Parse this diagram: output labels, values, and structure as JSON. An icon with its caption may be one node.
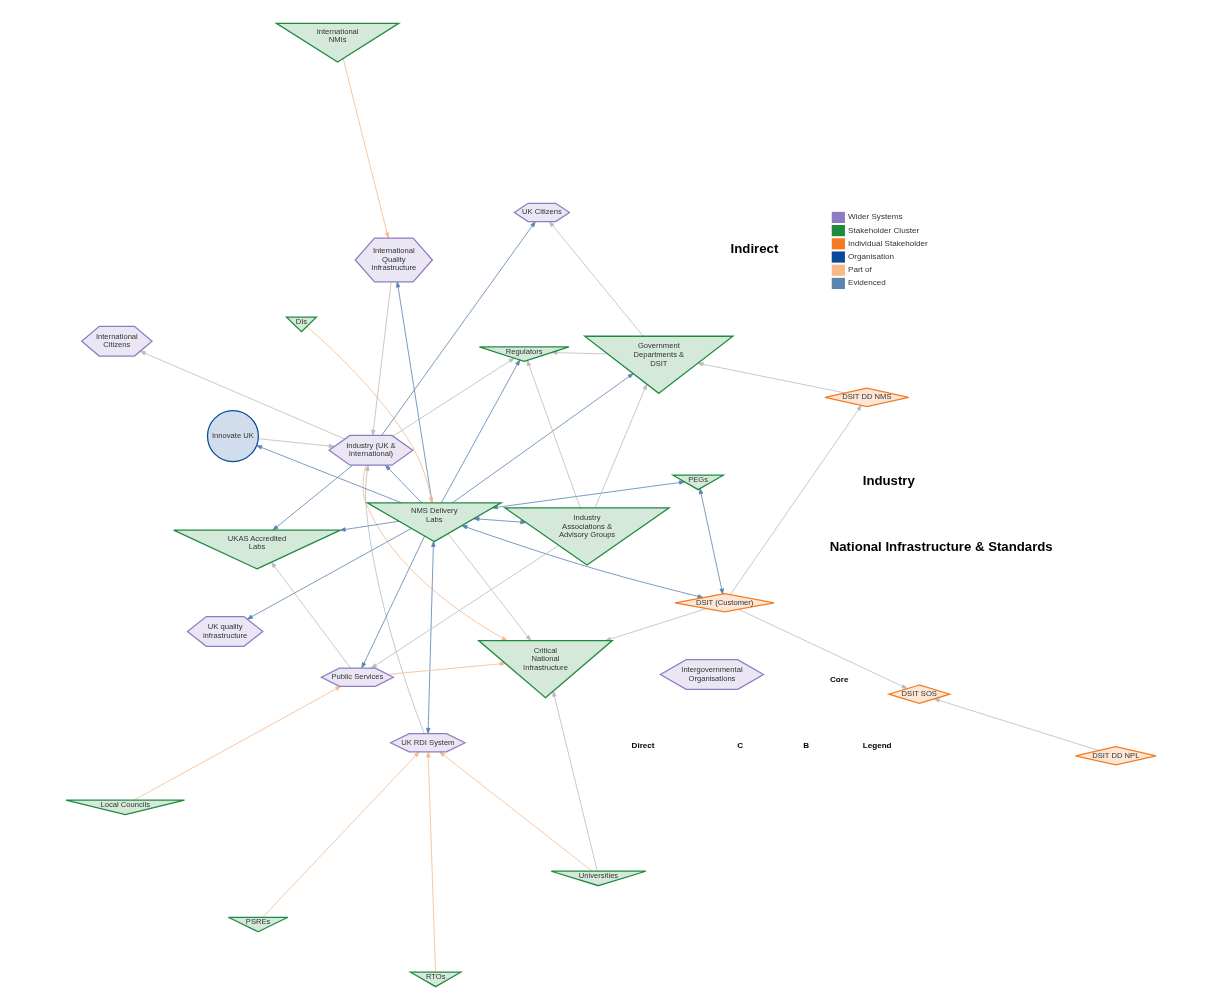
{
  "diagram": {
    "nodes": [
      {
        "text": [
          "PSREs"
        ]
      },
      {
        "text": [
          "RTOs"
        ]
      },
      {
        "text": [
          "UK RDI System"
        ]
      },
      {
        "text": [
          "UK Citizens"
        ]
      },
      {
        "text": [
          "DSIT SOS"
        ]
      },
      {
        "text": [
          "International Citizens"
        ]
      },
      {
        "text": [
          "DSIT DD NPL"
        ]
      },
      {
        "text": [
          "Universities"
        ]
      },
      {
        "text": [
          "Innovate UK"
        ]
      },
      {
        "text": [
          "Industry (UK & International)"
        ]
      },
      {
        "text": [
          "DSIT DD NMS"
        ]
      },
      {
        "text": [
          "DSIT (Customer)"
        ]
      },
      {
        "text": [
          "PEGs"
        ]
      },
      {
        "text": [
          "Government Departments & DSIT"
        ]
      },
      {
        "text": [
          "NMS Delivery Labs"
        ]
      },
      {
        "text": [
          "Industry Associations & Advisory Groups"
        ]
      },
      {
        "text": [
          "Local Councils"
        ]
      },
      {
        "text": [
          "DIs"
        ]
      },
      {
        "text": [
          "Public Services"
        ]
      },
      {
        "text": [
          "UKAS Accredited Labs"
        ]
      },
      {
        "text": [
          "Intergovernmental Organisations"
        ]
      },
      {
        "text": [
          "UK quality infrastructure"
        ]
      },
      {
        "text": [
          "International NMIs"
        ]
      },
      {
        "text": [
          "International Quality Infrastructure"
        ]
      },
      {
        "text": [
          "Critical National Infrastructure"
        ]
      },
      {
        "text": [
          "Regulators"
        ]
      }
    ],
    "edges": [
      {
        "from": 0,
        "to": 2,
        "arrow": "to",
        "color": "#f7b98a"
      },
      {
        "from": 1,
        "to": 2,
        "arrow": "to",
        "color": "#f7b98a"
      },
      {
        "from": 7,
        "to": 2,
        "arrow": "to",
        "color": "#f7b98a"
      },
      {
        "from": 17,
        "to": 14,
        "arrow": "to",
        "color": "#f7b98a"
      },
      {
        "from": 16,
        "to": 18,
        "arrow": "to",
        "color": "#f7b98a"
      },
      {
        "from": 18,
        "to": 24,
        "arrow": "to",
        "color": "#f7b98a"
      },
      {
        "from": 22,
        "to": 23,
        "arrow": "to",
        "color": "#f7b98a"
      },
      {
        "from": 9,
        "to": 24,
        "arrow": "to",
        "color": "#f7b98a"
      },
      {
        "from": 14,
        "to": 2,
        "arrow": "both",
        "color": "#5b84b1"
      },
      {
        "from": 14,
        "to": 8,
        "arrow": "to",
        "color": "#5b84b1"
      },
      {
        "from": 11,
        "to": 14,
        "arrow": "both",
        "color": "#5b84b1"
      },
      {
        "from": 11,
        "to": 12,
        "arrow": "both",
        "color": "#5b84b1"
      },
      {
        "from": 12,
        "to": 14,
        "arrow": "both",
        "color": "#5b84b1"
      },
      {
        "from": 14,
        "to": 9,
        "arrow": "to",
        "color": "#5b84b1"
      },
      {
        "from": 14,
        "to": 13,
        "arrow": "to",
        "color": "#5b84b1"
      },
      {
        "from": 14,
        "to": 15,
        "arrow": "both",
        "color": "#5b84b1"
      },
      {
        "from": 14,
        "to": 18,
        "arrow": "to",
        "color": "#5b84b1"
      },
      {
        "from": 14,
        "to": 21,
        "arrow": "to",
        "color": "#5b84b1"
      },
      {
        "from": 14,
        "to": 23,
        "arrow": "to",
        "color": "#5b84b1"
      },
      {
        "from": 14,
        "to": 25,
        "arrow": "to",
        "color": "#5b84b1"
      },
      {
        "from": 14,
        "to": 19,
        "arrow": "to",
        "color": "#5b84b1"
      },
      {
        "from": 9,
        "to": 3,
        "arrow": "to",
        "color": "#5b84b1"
      },
      {
        "from": 9,
        "to": 19,
        "arrow": "to",
        "color": "#5b84b1"
      },
      {
        "from": 11,
        "to": 4,
        "arrow": "to"
      },
      {
        "from": 6,
        "to": 4,
        "arrow": "to"
      },
      {
        "from": 11,
        "to": 10,
        "arrow": "to"
      },
      {
        "from": 10,
        "to": 13,
        "arrow": "to"
      },
      {
        "from": 2,
        "to": 9,
        "arrow": "to"
      },
      {
        "from": 8,
        "to": 9,
        "arrow": "to"
      },
      {
        "from": 9,
        "to": 5,
        "arrow": "to"
      },
      {
        "from": 13,
        "to": 3,
        "arrow": "to"
      },
      {
        "from": 13,
        "to": 25,
        "arrow": "to"
      },
      {
        "from": 15,
        "to": 18,
        "arrow": "to"
      },
      {
        "from": 15,
        "to": 13,
        "arrow": "to"
      },
      {
        "from": 18,
        "to": 19,
        "arrow": "to"
      },
      {
        "from": 9,
        "to": 25,
        "arrow": "to"
      },
      {
        "from": 15,
        "to": 25,
        "arrow": "to"
      },
      {
        "from": 14,
        "to": 24,
        "arrow": "to"
      },
      {
        "from": 7,
        "to": 24,
        "arrow": "to"
      },
      {
        "from": 11,
        "to": 24,
        "arrow": "to"
      },
      {
        "from": 23,
        "to": 9,
        "arrow": "to"
      }
    ],
    "labels": [
      "Indirect",
      "Direct",
      "Core",
      "Industry",
      "C",
      "B",
      "Legend",
      "National Infrastructure & Standards"
    ],
    "legend": [
      {
        "text": "Wider Systems",
        "color": "#8e7cc3"
      },
      {
        "text": "Stakeholder Cluster",
        "color": "#1e8a3e"
      },
      {
        "text": "Individual Stakeholder",
        "color": "#f47b20"
      },
      {
        "text": "Organisation",
        "color": "#0b4a9b"
      },
      {
        "text": "Part of",
        "color": "#f7b98a"
      },
      {
        "text": "Evidenced",
        "color": "#5b84b1"
      }
    ]
  }
}
